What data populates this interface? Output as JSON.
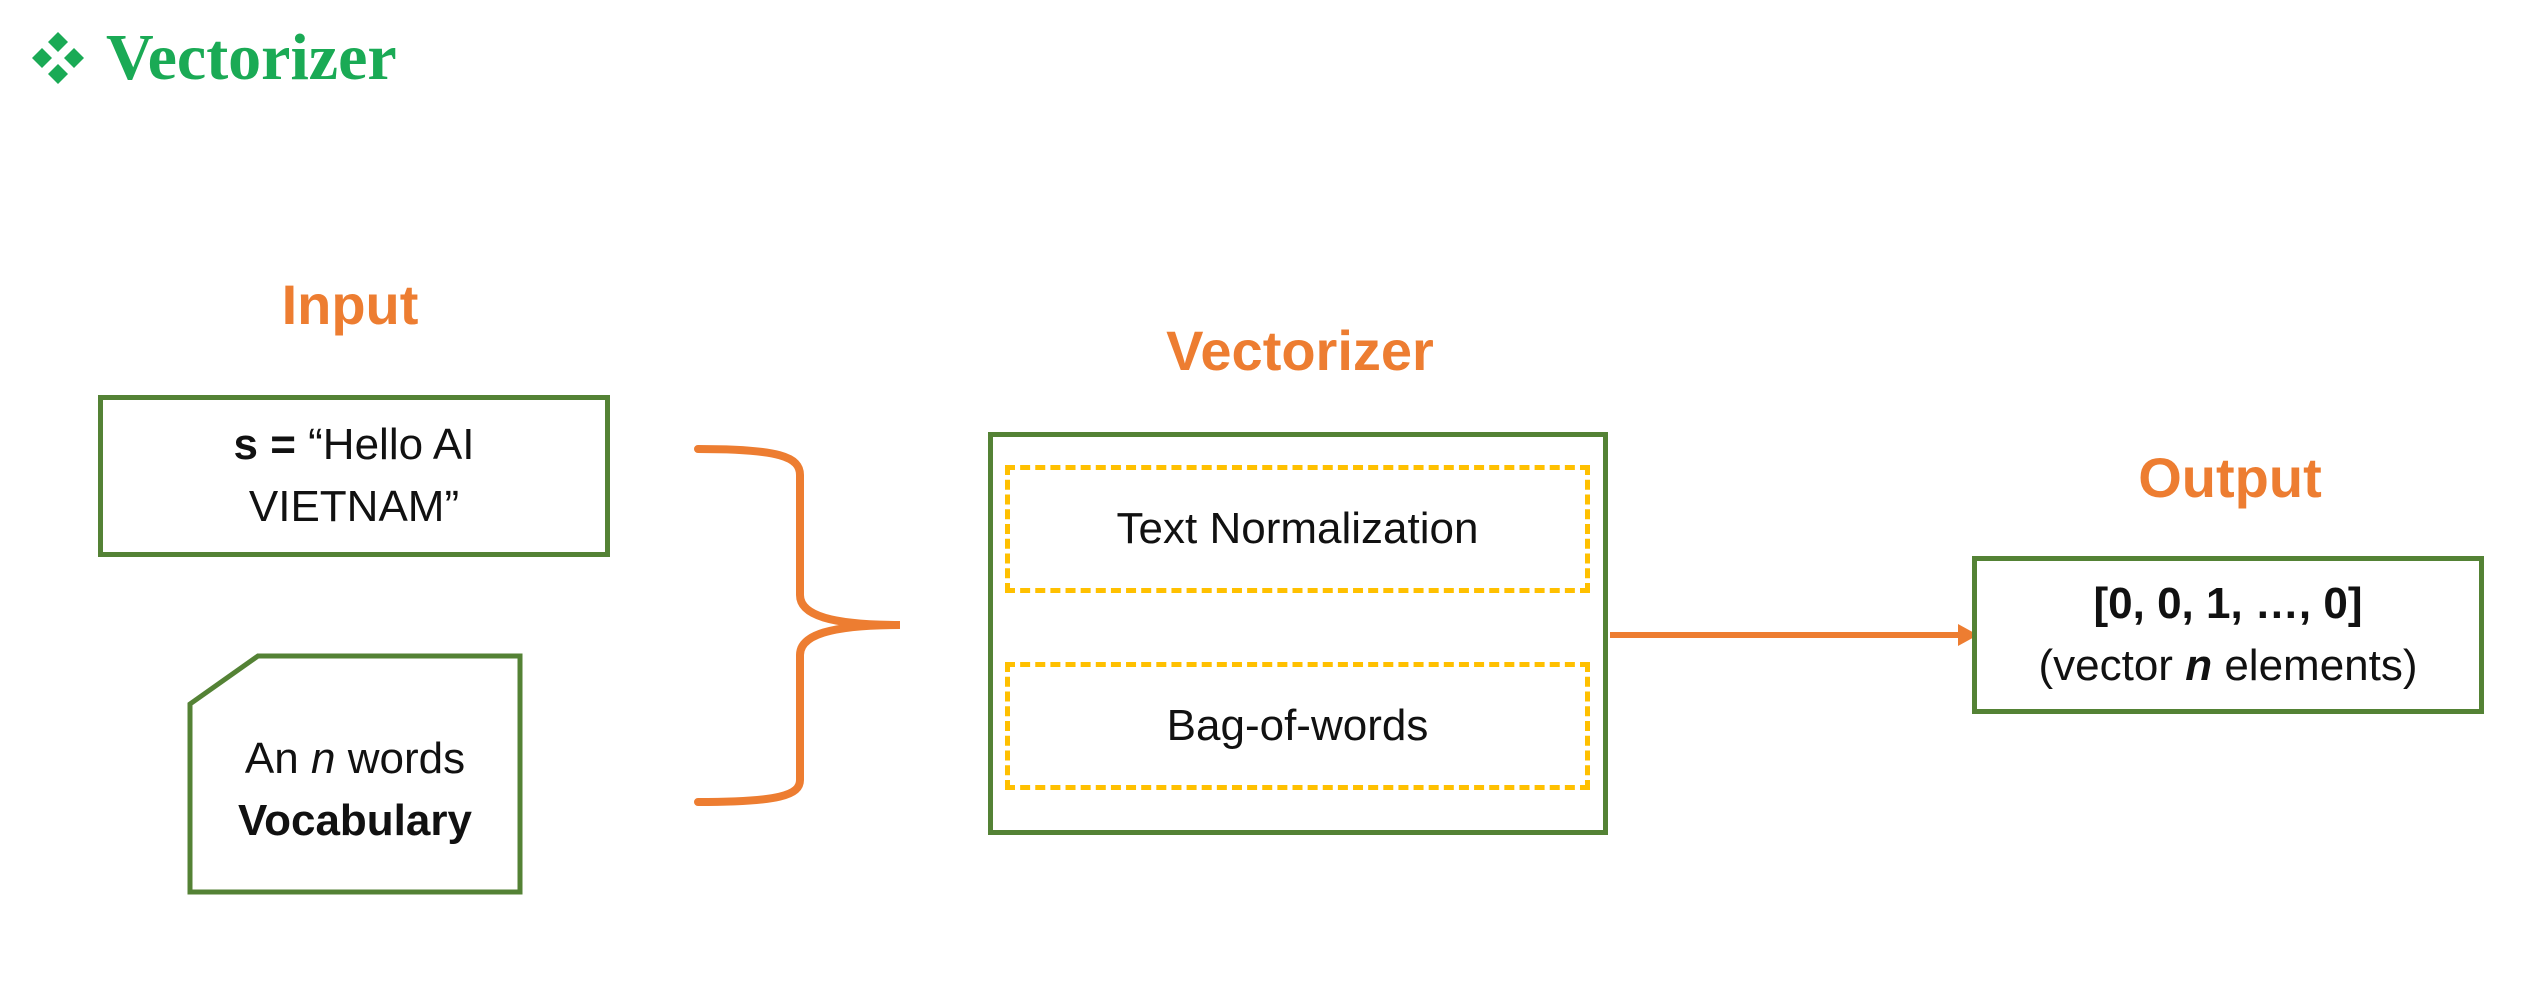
{
  "title": {
    "bullet_icon": "four-diamond-bullet-icon",
    "text": "Vectorizer"
  },
  "input": {
    "heading": "Input",
    "sentence": {
      "var": "s =",
      "line1": "“Hello AI",
      "line2": "VIETNAM”"
    },
    "vocabulary": {
      "pre": "An",
      "n": "n",
      "post": "words",
      "label": "Vocabulary"
    }
  },
  "vectorizer": {
    "heading": "Vectorizer",
    "steps": [
      "Text Normalization",
      "Bag-of-words"
    ]
  },
  "output": {
    "heading": "Output",
    "vector": "[0, 0, 1, …, 0]",
    "desc_pre": "(vector",
    "desc_n": "n",
    "desc_post": "elements)"
  },
  "colors": {
    "title": "#1aaa55",
    "heading": "#ed7d31",
    "box_border": "#548235",
    "dash_border": "#ffc000",
    "arrow": "#ed7d31"
  }
}
